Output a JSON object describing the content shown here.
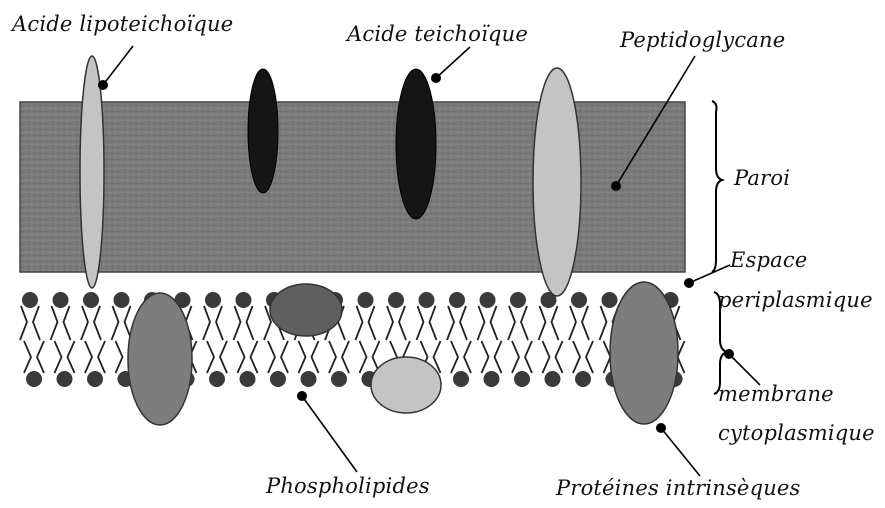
{
  "labels": {
    "acide_lipoteichoique": "Acide lipoteichoïque",
    "acide_teichoique": "Acide teichoïque",
    "peptidoglycane": "Peptidoglycane",
    "paroi": "Paroi",
    "espace_line1": "Espace",
    "espace_line2": "periplasmique",
    "membrane_line1": "membrane",
    "membrane_line2": "cytoplasmique",
    "phospholipides": "Phospholipides",
    "proteines_intrinseques": "Protéines intrinsèques"
  },
  "colors": {
    "peptidoglycan_layer": "#7a7a7a",
    "phospholipid_head": "#3a3a3a",
    "dark_molecule": "#151515",
    "light_molecule": "#c4c4c4",
    "protein": "#7d7d7d",
    "protein_dark": "#5f5f5f"
  }
}
